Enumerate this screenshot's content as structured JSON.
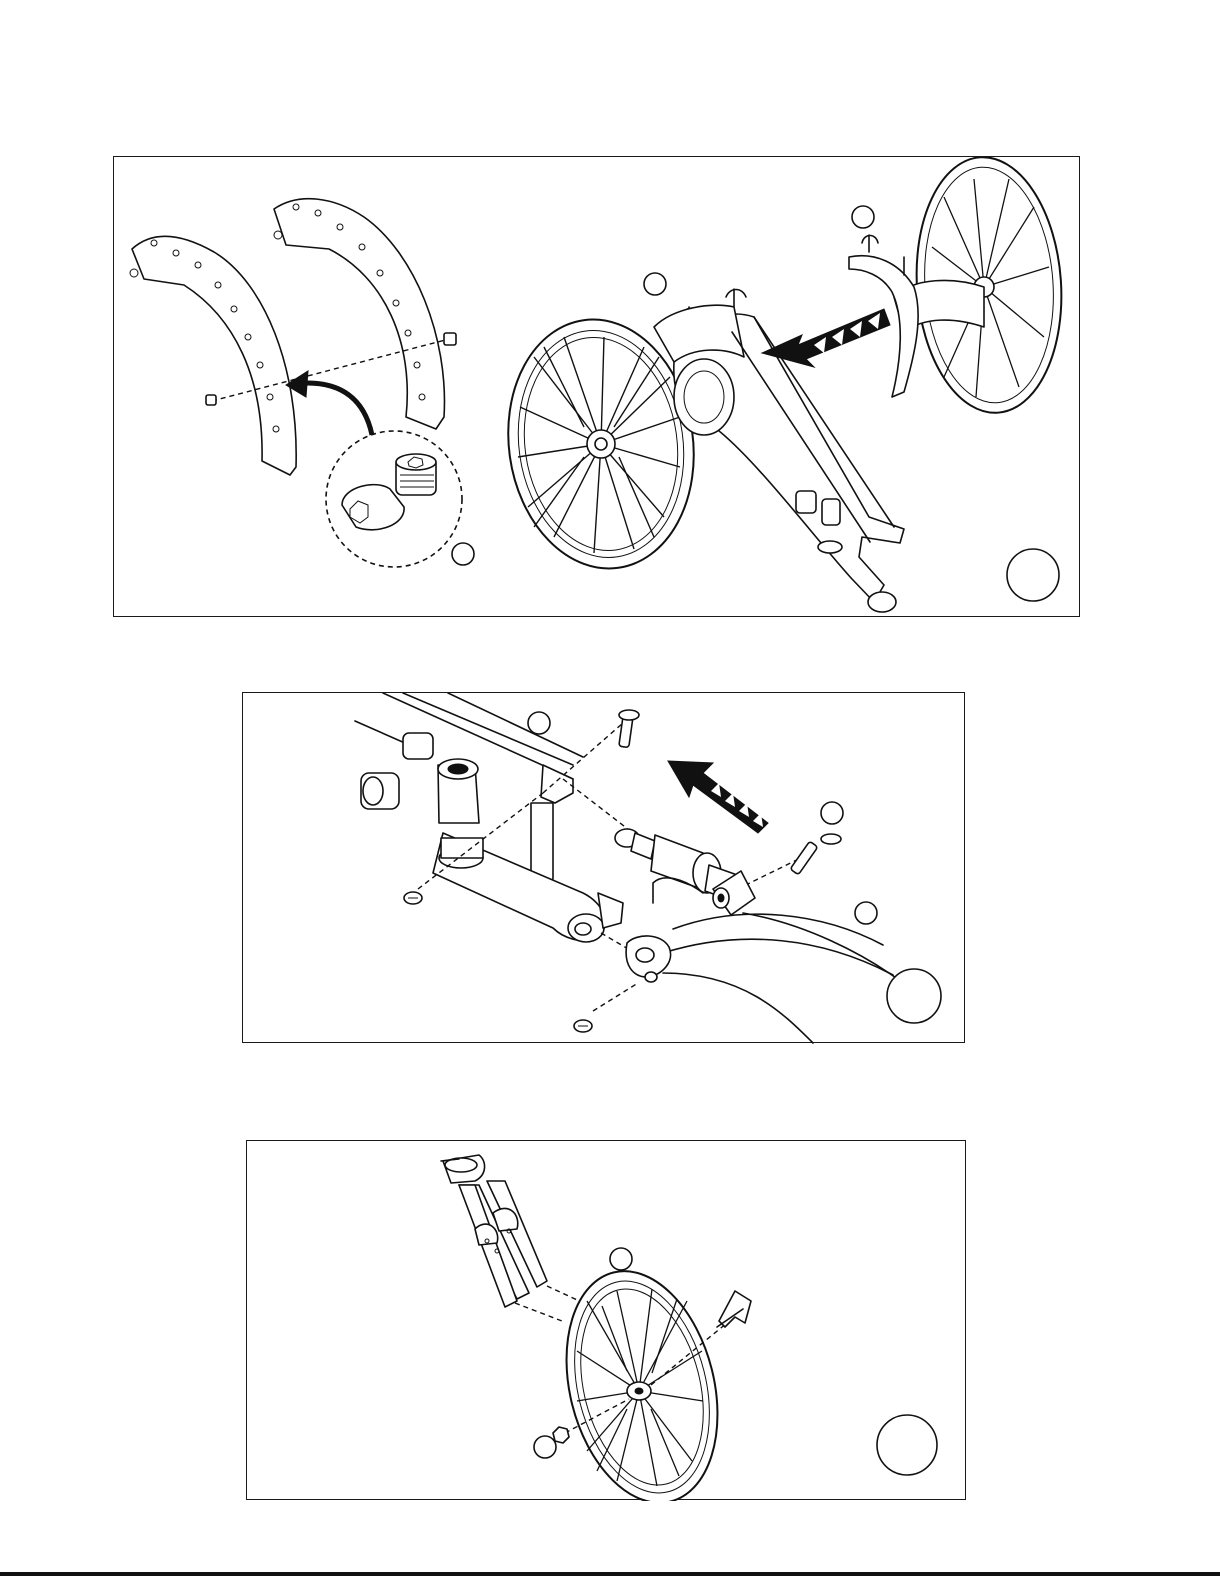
{
  "document": {
    "type": "assembly-instructions-page",
    "panel_count": 3,
    "panels": [
      {
        "id": "panel-1",
        "parts": [
          "chain-guard-plates",
          "hex-bolts",
          "rear-frame-assembly",
          "rear-wheels"
        ],
        "arrow_direction": "left"
      },
      {
        "id": "panel-2",
        "parts": [
          "shock-absorber",
          "pins",
          "swingarm-mount",
          "screws"
        ],
        "arrow_direction": "up-left"
      },
      {
        "id": "panel-3",
        "parts": [
          "front-fork",
          "front-wheel",
          "quick-release-skewer",
          "nut"
        ],
        "arrow_direction": "none"
      }
    ]
  },
  "colors": {
    "line": "#111111",
    "paper": "#ffffff"
  }
}
